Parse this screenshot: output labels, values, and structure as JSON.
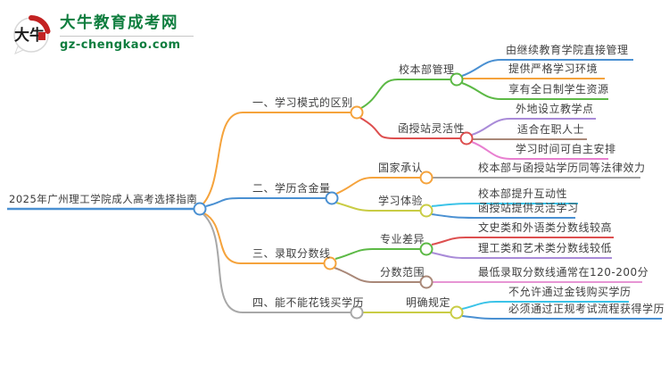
{
  "logo": {
    "site_name": "大牛教育成考网",
    "site_domain": "gz-chengkao.com",
    "icon_text": "大牛"
  },
  "mindmap": {
    "root": {
      "label": "2025年广州理工学院成人高考选择指南"
    },
    "branches": [
      {
        "label": "一、学习模式的区别",
        "children": [
          {
            "label": "校本部管理",
            "leaves": [
              "由继续教育学院直接管理",
              "提供严格学习环境",
              "享有全日制学生资源"
            ]
          },
          {
            "label": "函授站灵活性",
            "leaves": [
              "外地设立教学点",
              "适合在职人士",
              "学习时间可自主安排"
            ]
          }
        ]
      },
      {
        "label": "二、学历含金量",
        "children": [
          {
            "label": "国家承认",
            "leaves": [
              "校本部与函授站学历同等法律效力"
            ]
          },
          {
            "label": "学习体验",
            "leaves": [
              "校本部提升互动性",
              "函授站提供灵活学习"
            ]
          }
        ]
      },
      {
        "label": "三、录取分数线",
        "children": [
          {
            "label": "专业差异",
            "leaves": [
              "文史类和外语类分数线较高",
              "理工类和艺术类分数线较低"
            ]
          },
          {
            "label": "分数范围",
            "leaves": [
              "最低录取分数线通常在120-200分"
            ]
          }
        ]
      },
      {
        "label": "四、能不能花钱买学历",
        "children": [
          {
            "label": "明确规定",
            "leaves": [
              "不允许通过金钱购买学历",
              "必须通过正规考试流程获得学历"
            ]
          }
        ]
      }
    ],
    "palette": {
      "orange": "#f5a33c",
      "green": "#5cb945",
      "red": "#dd4f4f",
      "blue": "#4a90d2",
      "cyan": "#3bc3e8",
      "purple": "#a98bd8",
      "brown": "#a98878",
      "magenta": "#e87fd0",
      "pink": "#e795d4",
      "olive": "#c9cc44",
      "gray": "#9e9e9e",
      "logo_green": "#0e7d3e",
      "text": "#3f3f3f"
    }
  }
}
